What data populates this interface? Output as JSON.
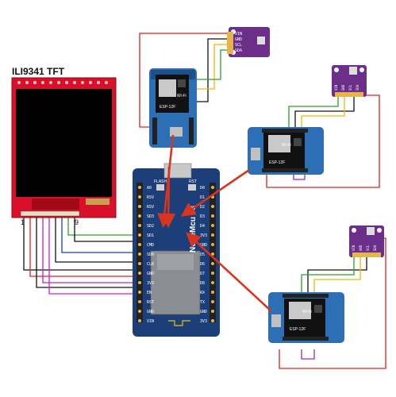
{
  "tft": {
    "title": "ILI9341 TFT",
    "pin_left": "1",
    "pin_right": "9"
  },
  "nodemcu": {
    "label": "NodeMcu v3",
    "left_pins": [
      "A0",
      "RSV",
      "RSV",
      "SD3",
      "SD2",
      "SD1",
      "CMD",
      "SD0",
      "CLK",
      "GND",
      "3V3",
      "EN",
      "RST",
      "GND",
      "VIN"
    ],
    "right_pins": [
      "D0",
      "D1",
      "D2",
      "D3",
      "D4",
      "3V3",
      "GND",
      "D5",
      "D6",
      "D7",
      "D8",
      "RX",
      "TX",
      "GND",
      "3V3"
    ],
    "flash": "FLASH",
    "rst": "RST"
  },
  "wemos": {
    "chip_wifi": "Wi-Fi",
    "chip_brand": "ESP-12F"
  },
  "sensor": {
    "pins": [
      "VIN",
      "GND",
      "SCL",
      "SDA"
    ]
  },
  "colors": {
    "tft_red": "#d9102a",
    "nodemcu_blue": "#1c3f7a",
    "wemos_blue": "#2d6fb5",
    "sensor_purple": "#6b2f8a",
    "wire_red": "#e02020",
    "wire_green": "#2aa02a",
    "wire_yellow": "#f2b705",
    "wire_black": "#111111",
    "wire_blue": "#1a3fd0",
    "wire_magenta": "#d21fd2",
    "wire_purple": "#8a2be2",
    "arrow": "#d9351e"
  }
}
